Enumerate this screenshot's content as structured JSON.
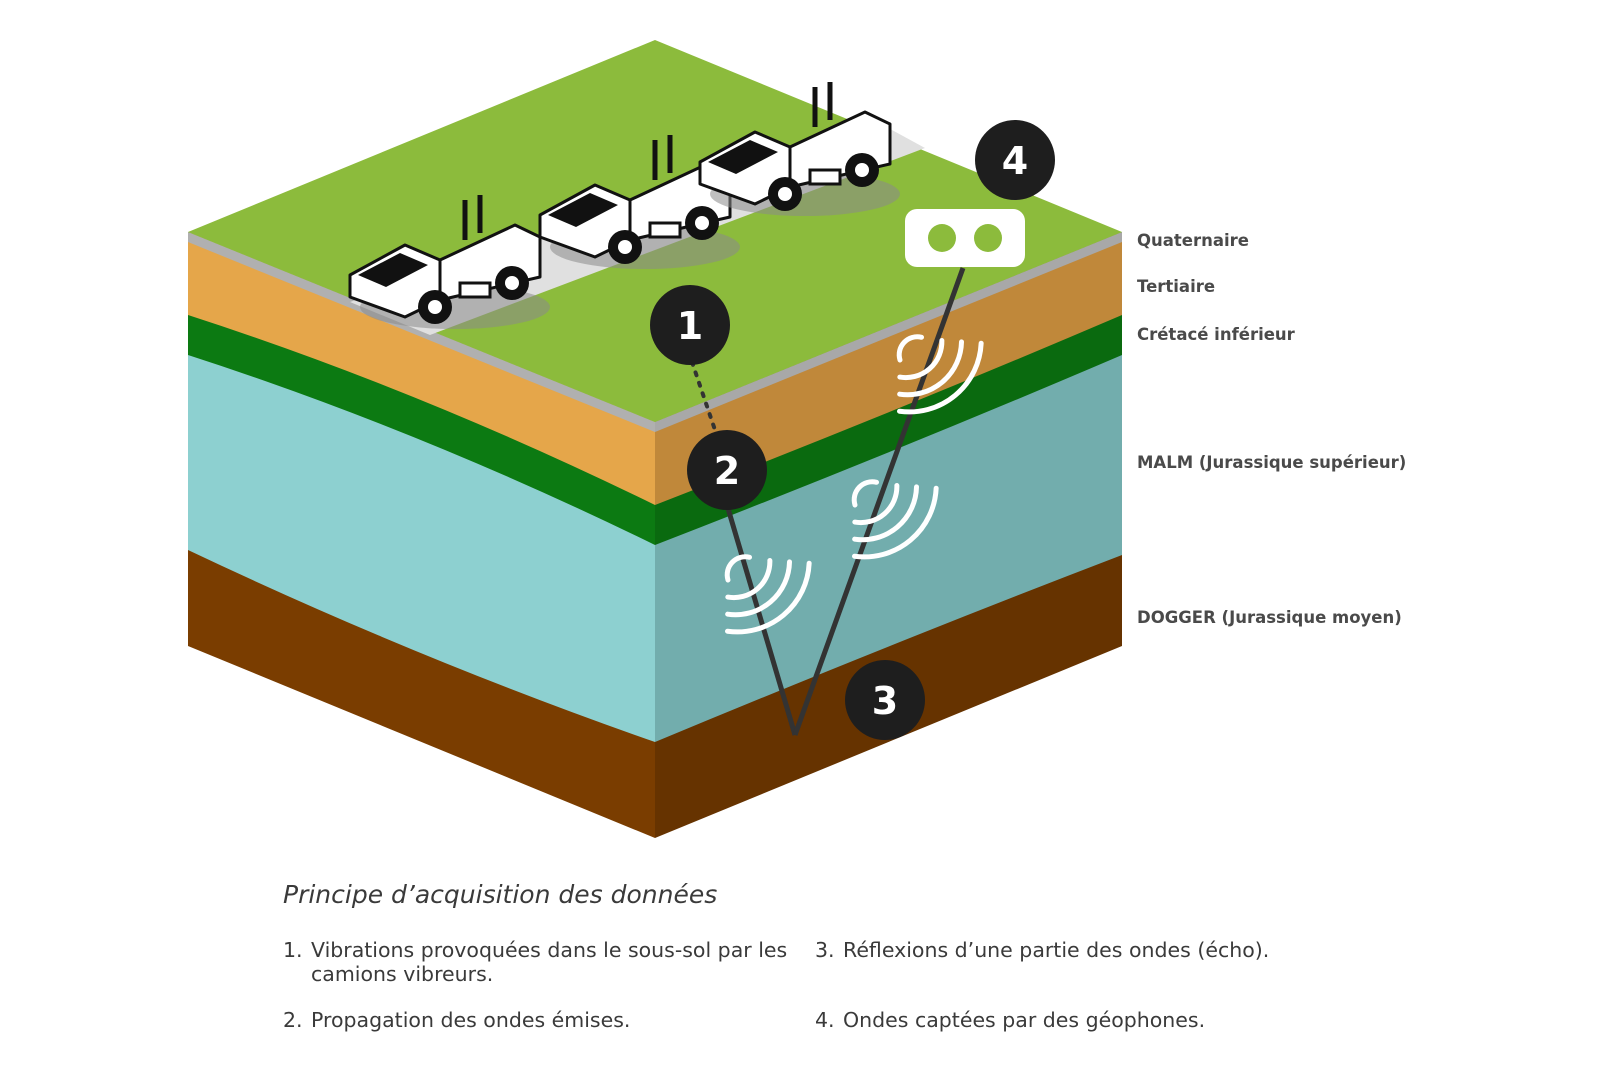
{
  "layers": [
    {
      "name": "Quaternaire",
      "color": "#8cbb3c"
    },
    {
      "name": "Tertiaire",
      "color": "#e5a64a"
    },
    {
      "name": "Crétacé inférieur",
      "color": "#0c7a12"
    },
    {
      "name": "MALM (Jurassique supérieur)",
      "color": "#8dd0d0"
    },
    {
      "name": "DOGGER (Jurassique moyen)",
      "color": "#7a3d00"
    }
  ],
  "markers": [
    "1",
    "2",
    "3",
    "4"
  ],
  "caption": "Principe d’acquisition des données",
  "steps": [
    {
      "num": "1.",
      "text": "Vibrations provoquées dans le sous-sol par les camions vibreurs."
    },
    {
      "num": "2.",
      "text": "Propagation des ondes émises."
    },
    {
      "num": "3.",
      "text": "Réflexions d’une partie des ondes (écho)."
    },
    {
      "num": "4.",
      "text": "Ondes captées par des géophones."
    }
  ],
  "icons": {
    "truck": "vibrator-truck-icon",
    "sensor": "geophone-icon",
    "wave": "wave-arc-icon"
  }
}
